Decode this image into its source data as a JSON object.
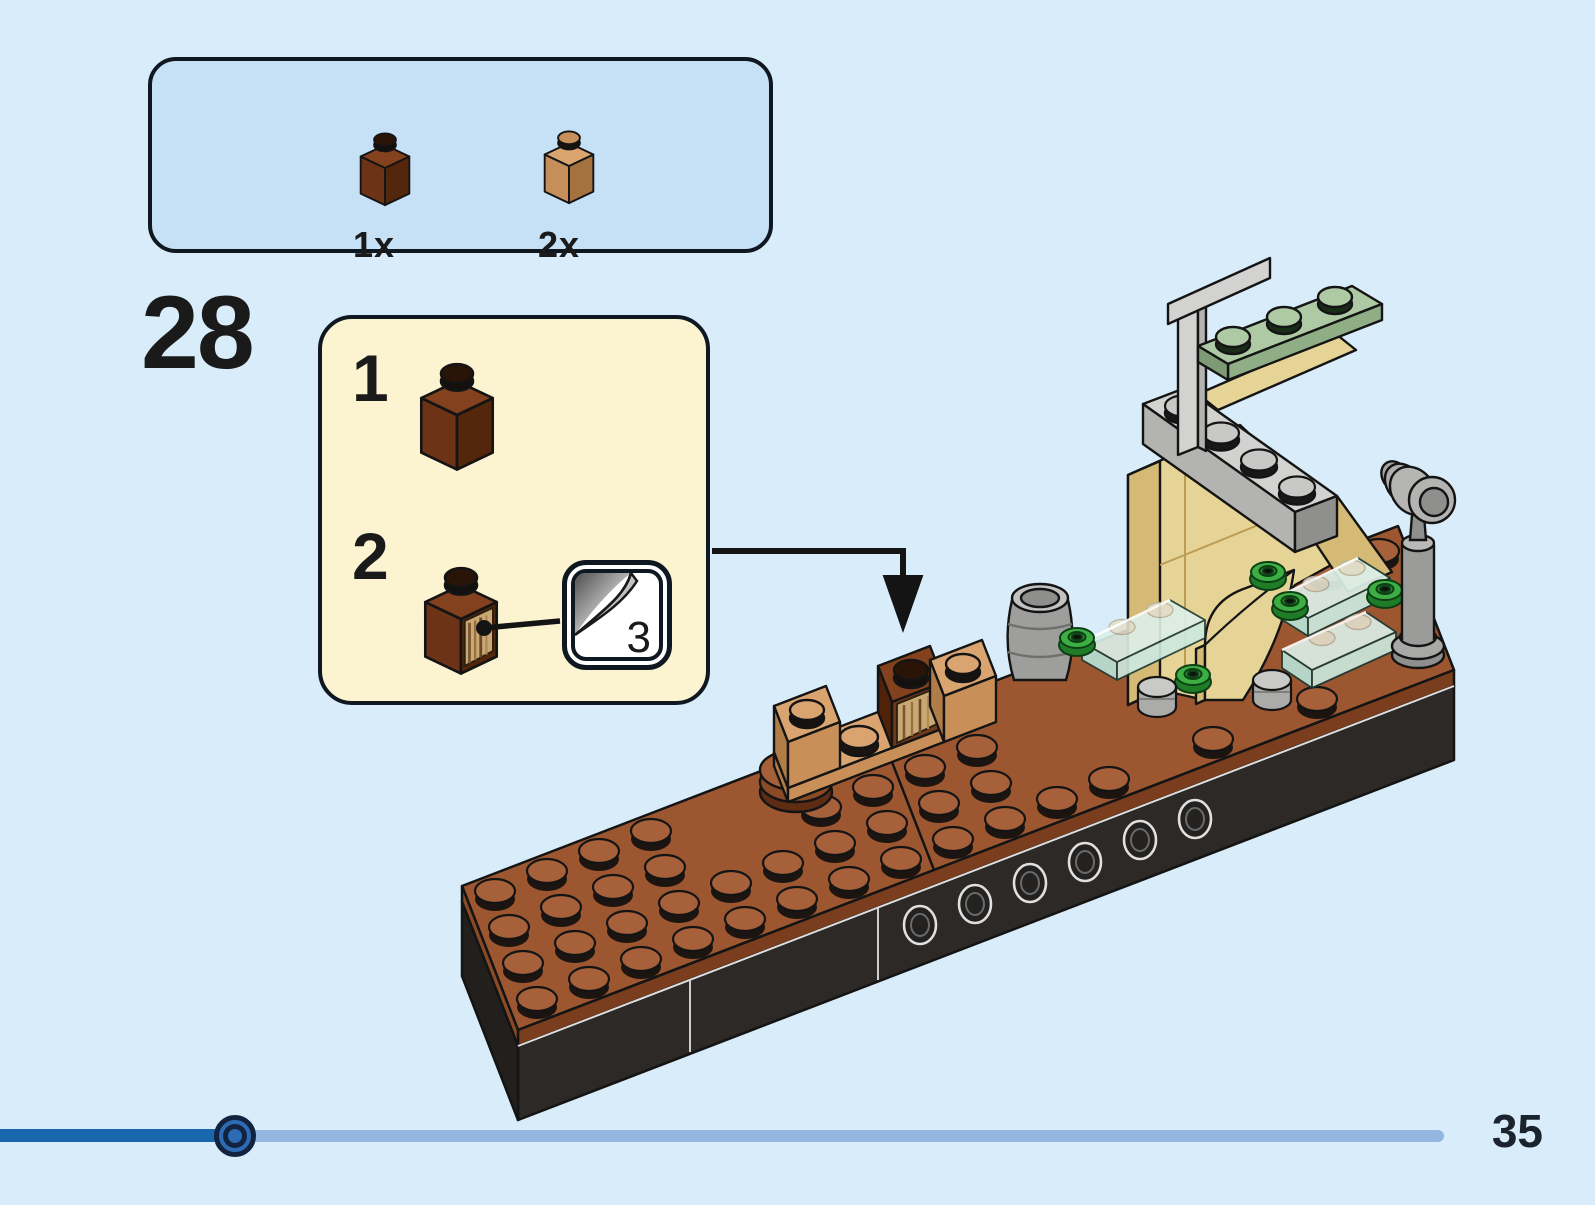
{
  "page": {
    "number": "35",
    "background_color": "#d9ecf9"
  },
  "parts_panel": {
    "items": [
      {
        "part": "brick-1x1-reddish-brown",
        "count_label": "1x",
        "colors": {
          "top": "#83411e",
          "left": "#6d3316",
          "right": "#54260c"
        }
      },
      {
        "part": "brick-1x1-medium-nougat",
        "count_label": "2x",
        "colors": {
          "top": "#d9a470",
          "left": "#c68e5a",
          "right": "#a5713f"
        }
      }
    ]
  },
  "step": {
    "number": "28",
    "substeps": [
      {
        "label": "1",
        "part": "brick-1x1-reddish-brown"
      },
      {
        "label": "2",
        "part": "brick-1x1-reddish-brown-with-wood-grain-sticker",
        "sticker_number": "3"
      }
    ]
  },
  "sticker_callout": {
    "sheet_number": "3",
    "icon": "sticker-peel-icon"
  },
  "build": {
    "description": "isometric dock assembly",
    "pieces_visible": [
      "reddish-brown plates forming dock deck with studs",
      "black base bricks with round side studs",
      "reddish-brown 2x2 round plate stack",
      "medium-nougat 1x1 bricks on nougat plate",
      "reddish-brown 1x1 brick with wood-grain sticker (arrow target)",
      "light-gray barrel",
      "dark-tan wall and arch bricks",
      "light-gray 1x4 brick with studs",
      "light-gray tall wall panel",
      "sand-green 1x3 plate",
      "transparent-light-blue step tiles",
      "bright-green flower plates",
      "light-gray 1x1 round plates",
      "gray lamp post with lamp head"
    ],
    "colors": {
      "deck_top": "#9d5730",
      "deck_face": "#7a3e1f",
      "base_black": "#2c2926",
      "tan": "#e6d496",
      "gray": "#b3b3b1",
      "sand_green": "#aecaa4",
      "trans_light_blue": "#ddf1ea",
      "flower_green": "#3cae43"
    }
  },
  "progress": {
    "completed_color": "#1b67ae",
    "remaining_color": "#94b6e0",
    "knob_color": "#2d6cb5"
  }
}
